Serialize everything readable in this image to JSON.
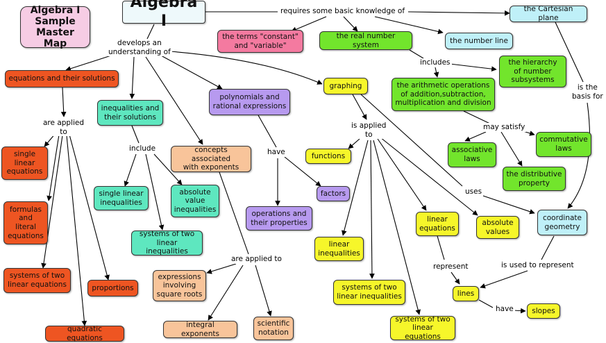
{
  "colors": {
    "orange": "#ee5522",
    "teal": "#5ee7bf",
    "peach": "#f8c49a",
    "purple": "#b79aef",
    "yellow": "#f6f62a",
    "green": "#72e52c",
    "lightblue": "#bff0f8",
    "pink": "#f47aa0",
    "samplepink": "#f6cce4",
    "titlebg": "#eef9fb"
  },
  "nodes": {
    "sample": "Algebra I\nSample\nMaster Map",
    "title": "Algebra I",
    "eq_solutions": "equations and their solutions",
    "ineq_solutions": "inequalities and\ntheir solutions",
    "exponents": "concepts associated\nwith exponents",
    "polynomials": "polynomials and\nrational expressions",
    "graphing": "graphing",
    "constant": "the terms \"constant\"\nand \"variable\"",
    "real_number": "the real number system",
    "number_line": "the number line",
    "cartesian": "the Cartesian plane",
    "hierarchy": "the hierarchy\nof number\nsubsystems",
    "arith_ops": "the arithmetic operations\nof addition,subtraction,\nmultiplication and division",
    "associative": "associative\nlaws",
    "commutative": "commutative\nlaws",
    "distributive": "the distributive\nproperty",
    "single_linear_eq": "single\nlinear\nequations",
    "formulas": "formulas\nand\nliteral\nequations",
    "systems_eq_left": "systems of two\nlinear equations",
    "proportions": "proportions",
    "quadratic": "quadratic equations",
    "single_linear_ineq": "single linear\ninequalities",
    "absolute_ineq": "absolute\nvalue\ninequalities",
    "systems_ineq_left": "systems of two\nlinear inequalities",
    "sq_roots": "expressions\ninvolving\nsquare roots",
    "integral_exp": "integral exponents",
    "scientific": "scientific\nnotation",
    "operations": "operations and\ntheir properties",
    "factors": "factors",
    "functions": "functions",
    "linear_ineq": "linear\ninequalities",
    "systems_ineq_right": "systems of  two\nlinear inequalities",
    "systems_eq_right": "systems of two\nlinear equations",
    "linear_eq": "linear\nequations",
    "absolute_values": "absolute\nvalues",
    "coord_geometry": "coordinate\ngeometry",
    "lines": "lines",
    "slopes": "slopes"
  },
  "links": {
    "requires": "requires some basic knowledge of",
    "develops": "develops an\nunderstanding of",
    "are_applied_to_left": "are applied\nto",
    "include": "include",
    "have_poly": "have",
    "are_applied_to_exp": "are applied to",
    "is_applied_to": "is applied\nto",
    "uses": "uses",
    "includes": "includes",
    "may_satisfy": "may satisfy",
    "is_the_basis_for": "is the\nbasis for",
    "represent": "represent",
    "is_used_to_represent": "is used to represent",
    "have_lines": "have"
  }
}
